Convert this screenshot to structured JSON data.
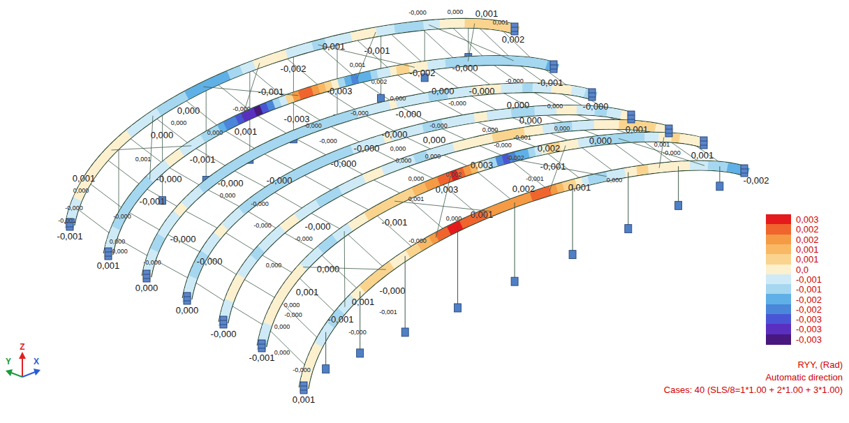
{
  "diagram": {
    "labels": [
      "-0,000",
      "0,000",
      "0,001",
      "0,001",
      "0,002",
      "0,001",
      "-0,001",
      "-0,002",
      "0,001",
      "0,002",
      "-0,002",
      "-0,000",
      "-0,001",
      "-0,003",
      "0,000",
      "-0,000",
      "-0,000",
      "-0,000",
      "-0,001",
      "0,000",
      "-0,000",
      "-0,003",
      "-0,000",
      "-0,000",
      "-0,000",
      "0,000",
      "0,000",
      "-0,000",
      "0,000",
      "0,000",
      "0,000",
      "0,001",
      "-0,000",
      "-0,000",
      "-0,000",
      "-0,000",
      "-0,000",
      "0,000",
      "0,000",
      "0,000",
      "0,001",
      "0,001",
      "-0,001",
      "-0,000",
      "0,000",
      "0,000",
      "0,000",
      "0,000",
      "-0,000",
      "-0,001",
      "0,002",
      "0,000",
      "0,001",
      "-0,000",
      "0,001",
      "-0,002",
      "0,003",
      "0,002",
      "0,003",
      "0,002",
      "-0,001",
      "-0,001",
      "0,001",
      "0,000",
      "-0,002",
      "0,000",
      "0,001",
      "0,000",
      "0,001",
      "-0,001",
      "-0,000",
      "0,001",
      "0,000",
      "-0,000",
      "-0,001",
      "-0,000",
      "-0,001",
      "-0,000",
      "-0,000",
      "0,000",
      "-0,000",
      "-0,000",
      "-0,000",
      "-0,000",
      "-0,000",
      "-0,000",
      "0,000",
      "-0,000",
      "-0,001",
      "0,001",
      "0,000",
      "0,000",
      "-0,000",
      "-0,001",
      "0,001",
      "-0,000",
      "-0,000",
      "0,000",
      "0,000",
      "0,001",
      "0,000",
      "-0,000",
      "0,000",
      "-0,001",
      "0,001",
      "-0,001",
      "-0,000",
      "0,000",
      "-0,000",
      "-0,000",
      "Y",
      "Z",
      "X",
      "RYY, (Rad)",
      "Automatic direction",
      "Cases: 40 (SLS/8=1*1.00 + 2*1.00 + 3*1.00)"
    ],
    "legend": [
      {
        "text": "0,003",
        "color": "#e41a1c"
      },
      {
        "text": "0,002",
        "color": "#f0642e"
      },
      {
        "text": "0,002",
        "color": "#f59a45"
      },
      {
        "text": "0,001",
        "color": "#f8b864"
      },
      {
        "text": "0,001",
        "color": "#fad48e"
      },
      {
        "text": "0,0",
        "color": "#fdf0cf"
      },
      {
        "text": "-0,001",
        "color": "#cfeaf7"
      },
      {
        "text": "-0,001",
        "color": "#a6d7f0"
      },
      {
        "text": "-0,002",
        "color": "#5fb0e6"
      },
      {
        "text": "-0,002",
        "color": "#4a86da"
      },
      {
        "text": "-0,003",
        "color": "#4a55d6"
      },
      {
        "text": "-0,003",
        "color": "#5a2fc0"
      },
      {
        "text": "-0,003",
        "color": "#48187e"
      }
    ]
  }
}
